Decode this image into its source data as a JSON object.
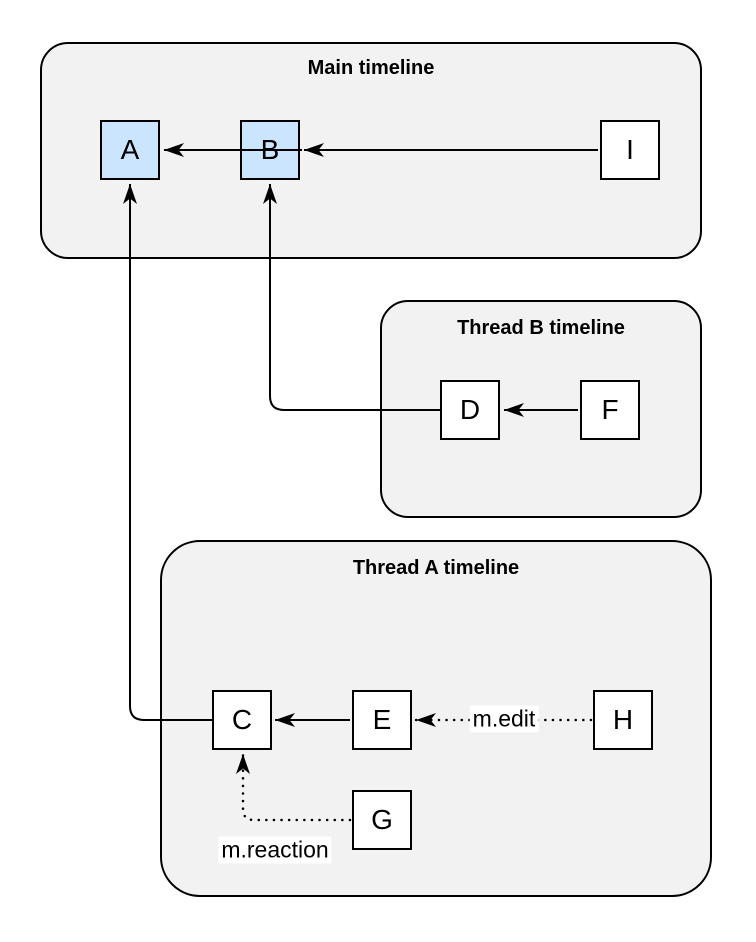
{
  "diagram": {
    "kind": "event-relation-diagram",
    "background": "#ffffff"
  },
  "containers": [
    {
      "id": "main",
      "title": "Main timeline"
    },
    {
      "id": "thread-b",
      "title": "Thread B timeline"
    },
    {
      "id": "thread-a",
      "title": "Thread A timeline"
    }
  ],
  "nodes": [
    {
      "id": "A",
      "label": "A",
      "fill": "#cce5ff",
      "container": "main"
    },
    {
      "id": "B",
      "label": "B",
      "fill": "#cce5ff",
      "container": "main"
    },
    {
      "id": "I",
      "label": "I",
      "fill": "#ffffff",
      "container": "main"
    },
    {
      "id": "D",
      "label": "D",
      "fill": "#ffffff",
      "container": "thread-b"
    },
    {
      "id": "F",
      "label": "F",
      "fill": "#ffffff",
      "container": "thread-b"
    },
    {
      "id": "C",
      "label": "C",
      "fill": "#ffffff",
      "container": "thread-a"
    },
    {
      "id": "E",
      "label": "E",
      "fill": "#ffffff",
      "container": "thread-a"
    },
    {
      "id": "H",
      "label": "H",
      "fill": "#ffffff",
      "container": "thread-a"
    },
    {
      "id": "G",
      "label": "G",
      "fill": "#ffffff",
      "container": "thread-a"
    }
  ],
  "edges": [
    {
      "from": "B",
      "to": "A",
      "style": "solid",
      "label": ""
    },
    {
      "from": "I",
      "to": "B",
      "style": "solid",
      "label": ""
    },
    {
      "from": "D",
      "to": "B",
      "style": "solid",
      "label": ""
    },
    {
      "from": "F",
      "to": "D",
      "style": "solid",
      "label": ""
    },
    {
      "from": "C",
      "to": "A",
      "style": "solid",
      "label": ""
    },
    {
      "from": "E",
      "to": "C",
      "style": "solid",
      "label": ""
    },
    {
      "from": "H",
      "to": "E",
      "style": "dotted",
      "label": "m.edit"
    },
    {
      "from": "G",
      "to": "C",
      "style": "dotted",
      "label": "m.reaction"
    }
  ],
  "colors": {
    "container_fill": "#f2f2f2",
    "container_stroke": "#000000",
    "node_blue_fill": "#cce5ff",
    "node_white_fill": "#ffffff",
    "node_stroke": "#000000",
    "edge_stroke": "#000000",
    "label_background": "#ffffff"
  }
}
